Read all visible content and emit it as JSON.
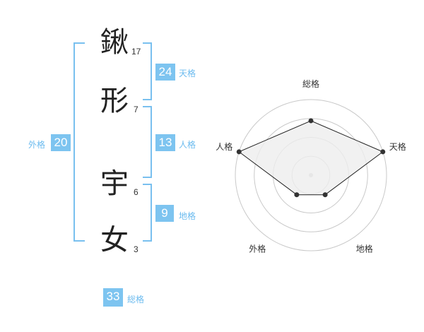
{
  "name": {
    "chars": [
      {
        "char": "鍬",
        "strokes": "17"
      },
      {
        "char": "形",
        "strokes": "7"
      },
      {
        "char": "宇",
        "strokes": "6"
      },
      {
        "char": "女",
        "strokes": "3"
      }
    ]
  },
  "kakusu": {
    "tenkaku": {
      "value": "24",
      "label": "天格"
    },
    "jinkaku": {
      "value": "13",
      "label": "人格"
    },
    "chikaku": {
      "value": "9",
      "label": "地格"
    },
    "gaikaku": {
      "value": "20",
      "label": "外格"
    },
    "soukaku": {
      "value": "33",
      "label": "総格"
    }
  },
  "chart_data": {
    "type": "radar",
    "axes": [
      "総格",
      "天格",
      "地格",
      "外格",
      "人格"
    ],
    "values": [
      0.72,
      1.0,
      0.32,
      0.32,
      1.0
    ],
    "rings": 4,
    "colors": {
      "fill": "#eeeeee",
      "line": "#222222",
      "grid": "#c9c9c9"
    }
  },
  "colors": {
    "accent": "#7dc4f0",
    "accent_text": "#6bbbef"
  }
}
